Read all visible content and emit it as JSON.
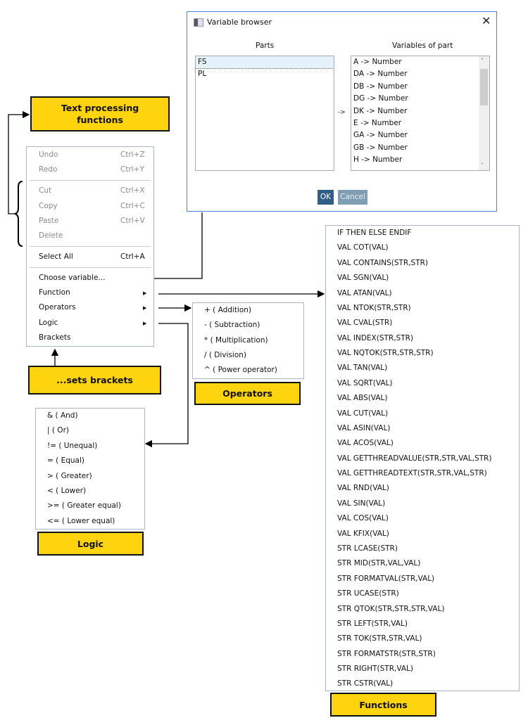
{
  "dialog": {
    "title": "Variable browser",
    "close_icon": "close-icon",
    "parts_label": "Parts",
    "variables_label": "Variables of part",
    "arrow_label": "->",
    "parts": [
      "FS",
      "PL"
    ],
    "selected_part": "FS",
    "variables": [
      "A -> Number",
      "DA -> Number",
      "DB -> Number",
      "DG -> Number",
      "DK -> Number",
      "E -> Number",
      "GA -> Number",
      "GB -> Number",
      "H -> Number"
    ],
    "ok_label": "OK",
    "cancel_label": "Cancel",
    "ok_color": "#2f5f86",
    "cancel_color": "#7f9db3"
  },
  "context_menu": {
    "undo": "Undo",
    "undo_sc": "Ctrl+Z",
    "redo": "Redo",
    "redo_sc": "Ctrl+Y",
    "cut": "Cut",
    "cut_sc": "Ctrl+X",
    "copy": "Copy",
    "copy_sc": "Ctrl+C",
    "paste": "Paste",
    "paste_sc": "Ctrl+V",
    "delete": "Delete",
    "select_all": "Select All",
    "select_all_sc": "Ctrl+A",
    "choose_variable": "Choose variable...",
    "function": "Function",
    "operators": "Operators",
    "logic": "Logic",
    "brackets": "Brackets"
  },
  "operators_menu": [
    "+ ( Addition)",
    "- ( Subtraction)",
    "* ( Multiplication)",
    "/ ( Division)",
    "^ ( Power operator)"
  ],
  "logic_menu": [
    "& ( And)",
    "| ( Or)",
    "!= ( Unequal)",
    "= ( Equal)",
    "> ( Greater)",
    "< ( Lower)",
    ">= ( Greater equal)",
    "<= ( Lower equal)"
  ],
  "functions_menu": [
    "IF THEN ELSE ENDIF",
    "VAL COT(VAL)",
    "VAL CONTAINS(STR,STR)",
    "VAL SGN(VAL)",
    "VAL ATAN(VAL)",
    "VAL NTOK(STR,STR)",
    "VAL CVAL(STR)",
    "VAL INDEX(STR,STR)",
    "VAL NQTOK(STR,STR,STR)",
    "VAL TAN(VAL)",
    "VAL SQRT(VAL)",
    "VAL ABS(VAL)",
    "VAL CUT(VAL)",
    "VAL ASIN(VAL)",
    "VAL ACOS(VAL)",
    "VAL GETTHREADVALUE(STR,STR,VAL,STR)",
    "VAL GETTHREADTEXT(STR,STR,VAL,STR)",
    "VAL RND(VAL)",
    "VAL SIN(VAL)",
    "VAL COS(VAL)",
    "VAL KFIX(VAL)",
    "STR LCASE(STR)",
    "STR MID(STR,VAL,VAL)",
    "STR FORMATVAL(STR,VAL)",
    "STR UCASE(STR)",
    "STR QTOK(STR,STR,STR,VAL)",
    "STR LEFT(STR,VAL)",
    "STR TOK(STR,STR,VAL)",
    "STR FORMATSTR(STR,STR)",
    "STR RIGHT(STR,VAL)",
    "STR CSTR(VAL)"
  ],
  "callouts": {
    "text_processing": "Text processing functions",
    "sets_brackets": "...sets brackets",
    "operators": "Operators",
    "logic": "Logic",
    "functions": "Functions",
    "color": "#fed40f"
  }
}
